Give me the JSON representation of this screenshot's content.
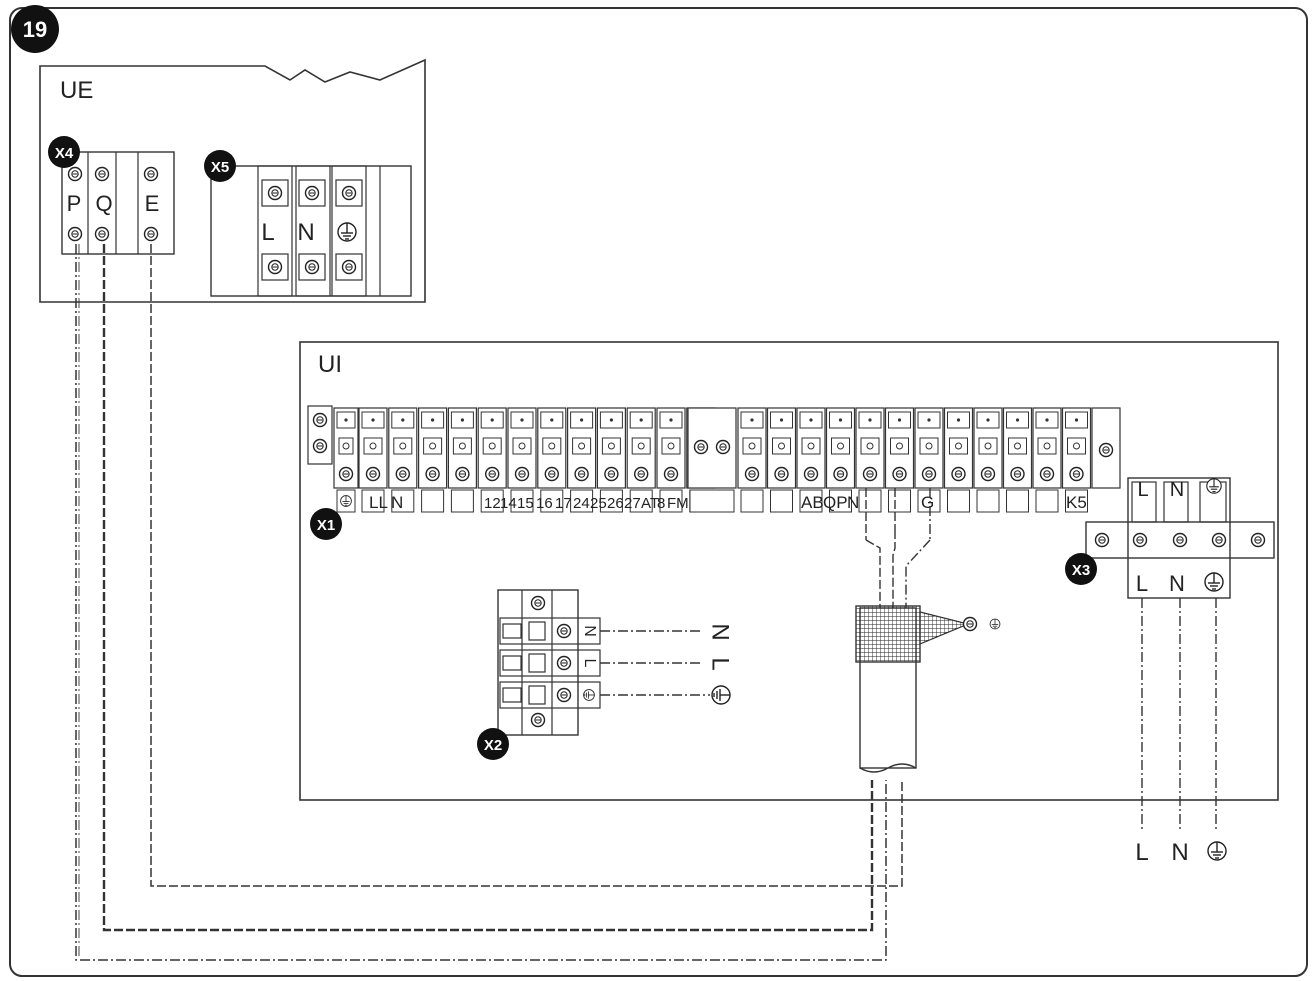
{
  "figure": {
    "number": "19"
  },
  "ue": {
    "label": "UE"
  },
  "ui": {
    "label": "UI"
  },
  "badges": {
    "x1": "X1",
    "x2": "X2",
    "x3": "X3",
    "x4": "X4",
    "x5": "X5"
  },
  "x4": {
    "terminals": [
      "P",
      "Q",
      "E"
    ]
  },
  "x5": {
    "terminals": [
      "L",
      "N"
    ]
  },
  "x1": {
    "labels": [
      "LL",
      "N",
      "12",
      "14",
      "15",
      "16",
      "17",
      "24",
      "25",
      "26",
      "27",
      "AT",
      "8",
      "FM",
      "AB",
      "QP",
      "N",
      "G",
      "K5"
    ]
  },
  "x2": {
    "labels": [
      "N",
      "L"
    ],
    "out_labels": [
      "N",
      "L"
    ]
  },
  "x3": {
    "top_labels": [
      "L",
      "N"
    ],
    "bottom_labels": [
      "L",
      "N"
    ]
  },
  "supply": {
    "labels": [
      "L",
      "N"
    ]
  }
}
